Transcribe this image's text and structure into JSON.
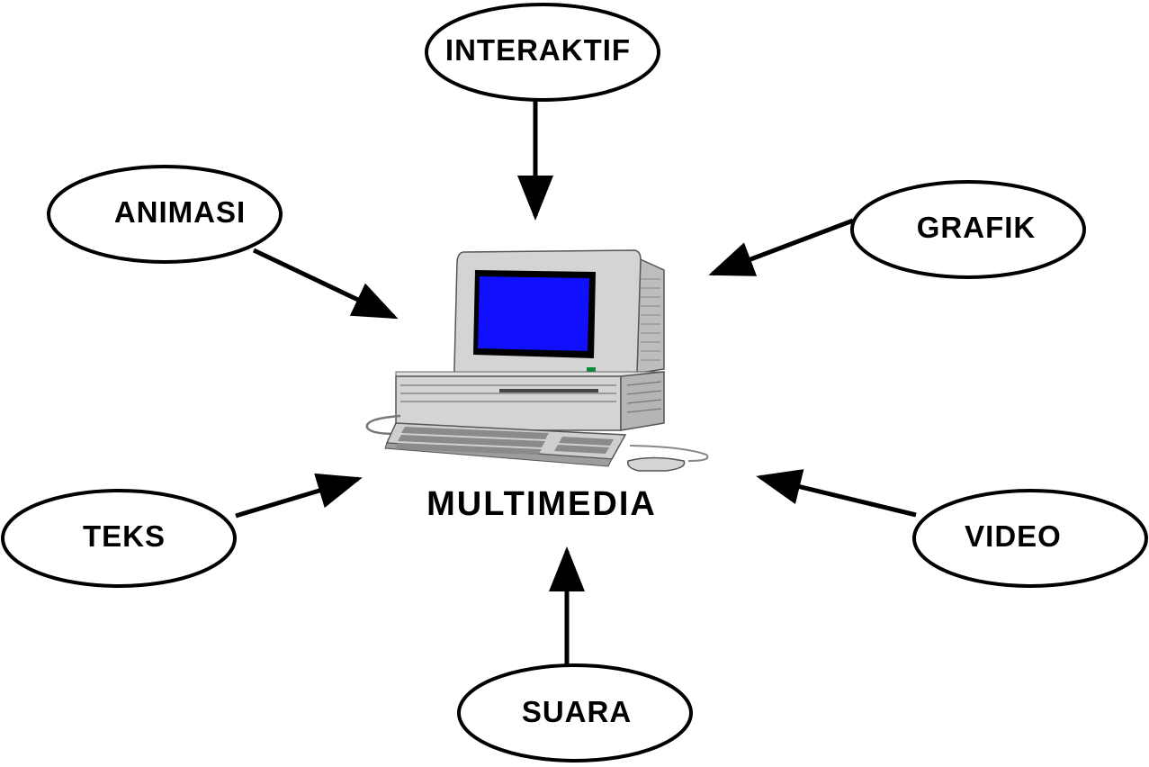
{
  "center": {
    "label": "MULTIMEDIA"
  },
  "nodes": {
    "interaktif": "INTERAKTIF",
    "animasi": "ANIMASI",
    "grafik": "GRAFIK",
    "teks": "TEKS",
    "video": "VIDEO",
    "suara": "SUARA"
  },
  "edges": [
    {
      "from": "interaktif",
      "to": "multimedia"
    },
    {
      "from": "animasi",
      "to": "multimedia"
    },
    {
      "from": "grafik",
      "to": "multimedia"
    },
    {
      "from": "teks",
      "to": "multimedia"
    },
    {
      "from": "video",
      "to": "multimedia"
    },
    {
      "from": "suara",
      "to": "multimedia"
    }
  ],
  "colors": {
    "screen": "#1010ff",
    "case": "#d4d4d4",
    "case_shadow": "#a8a8a8",
    "power_led": "#0a8a3a"
  }
}
